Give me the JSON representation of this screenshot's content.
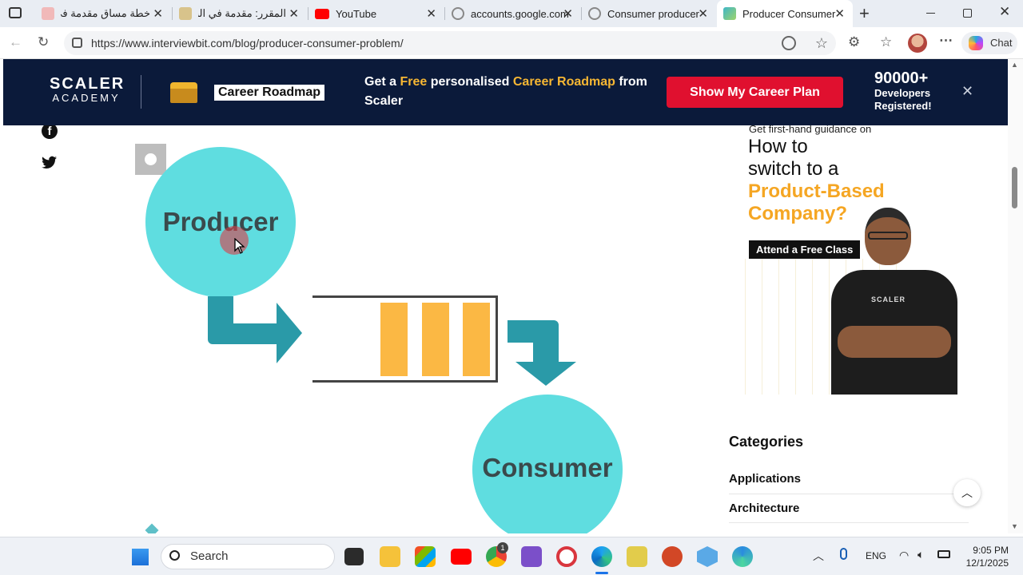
{
  "tabs": [
    {
      "title": "خطة مساق مقدمة في",
      "active": false
    },
    {
      "title": "المقرر: مقدمة في البر",
      "active": false
    },
    {
      "title": "YouTube",
      "active": false
    },
    {
      "title": "accounts.google.com",
      "active": false
    },
    {
      "title": "Consumer producer",
      "active": false
    },
    {
      "title": "Producer Consumer",
      "active": true
    }
  ],
  "browser": {
    "url": "https://www.interviewbit.com/blog/producer-consumer-problem/",
    "chat_label": "Chat"
  },
  "banner": {
    "logo_top": "SCALER",
    "logo_bottom": "ACADEMY",
    "roadmap_label": "Career Roadmap",
    "msg_get": "Get a ",
    "msg_free": "Free",
    "msg_mid": " personalised ",
    "msg_roadmap": "Career Roadmap",
    "msg_from": " from",
    "msg_scaler": "Scaler",
    "cta": "Show My Career Plan",
    "count": "90000+",
    "count_sub1": "Developers",
    "count_sub2": "Registered!",
    "accent": "#f7b733",
    "cta_color": "#e0102f"
  },
  "diagram": {
    "producer": "Producer",
    "consumer": "Consumer",
    "teal": "#5fdde0",
    "arrow": "#2a9aa8",
    "buffer_fill": "#fbb844"
  },
  "ad": {
    "guidance": "Get first-hand guidance on",
    "line1": "How to",
    "line2": "switch to a",
    "line3": "Product-Based",
    "line4": "Company?",
    "cta": "Attend a Free Class",
    "shirt_logo": "SCALER"
  },
  "categories": {
    "heading": "Categories",
    "items": [
      "Applications",
      "Architecture"
    ]
  },
  "taskbar": {
    "search": "Search",
    "lang": "ENG",
    "time": "9:05 PM",
    "date": "12/1/2025",
    "chrome_badge": "1"
  }
}
